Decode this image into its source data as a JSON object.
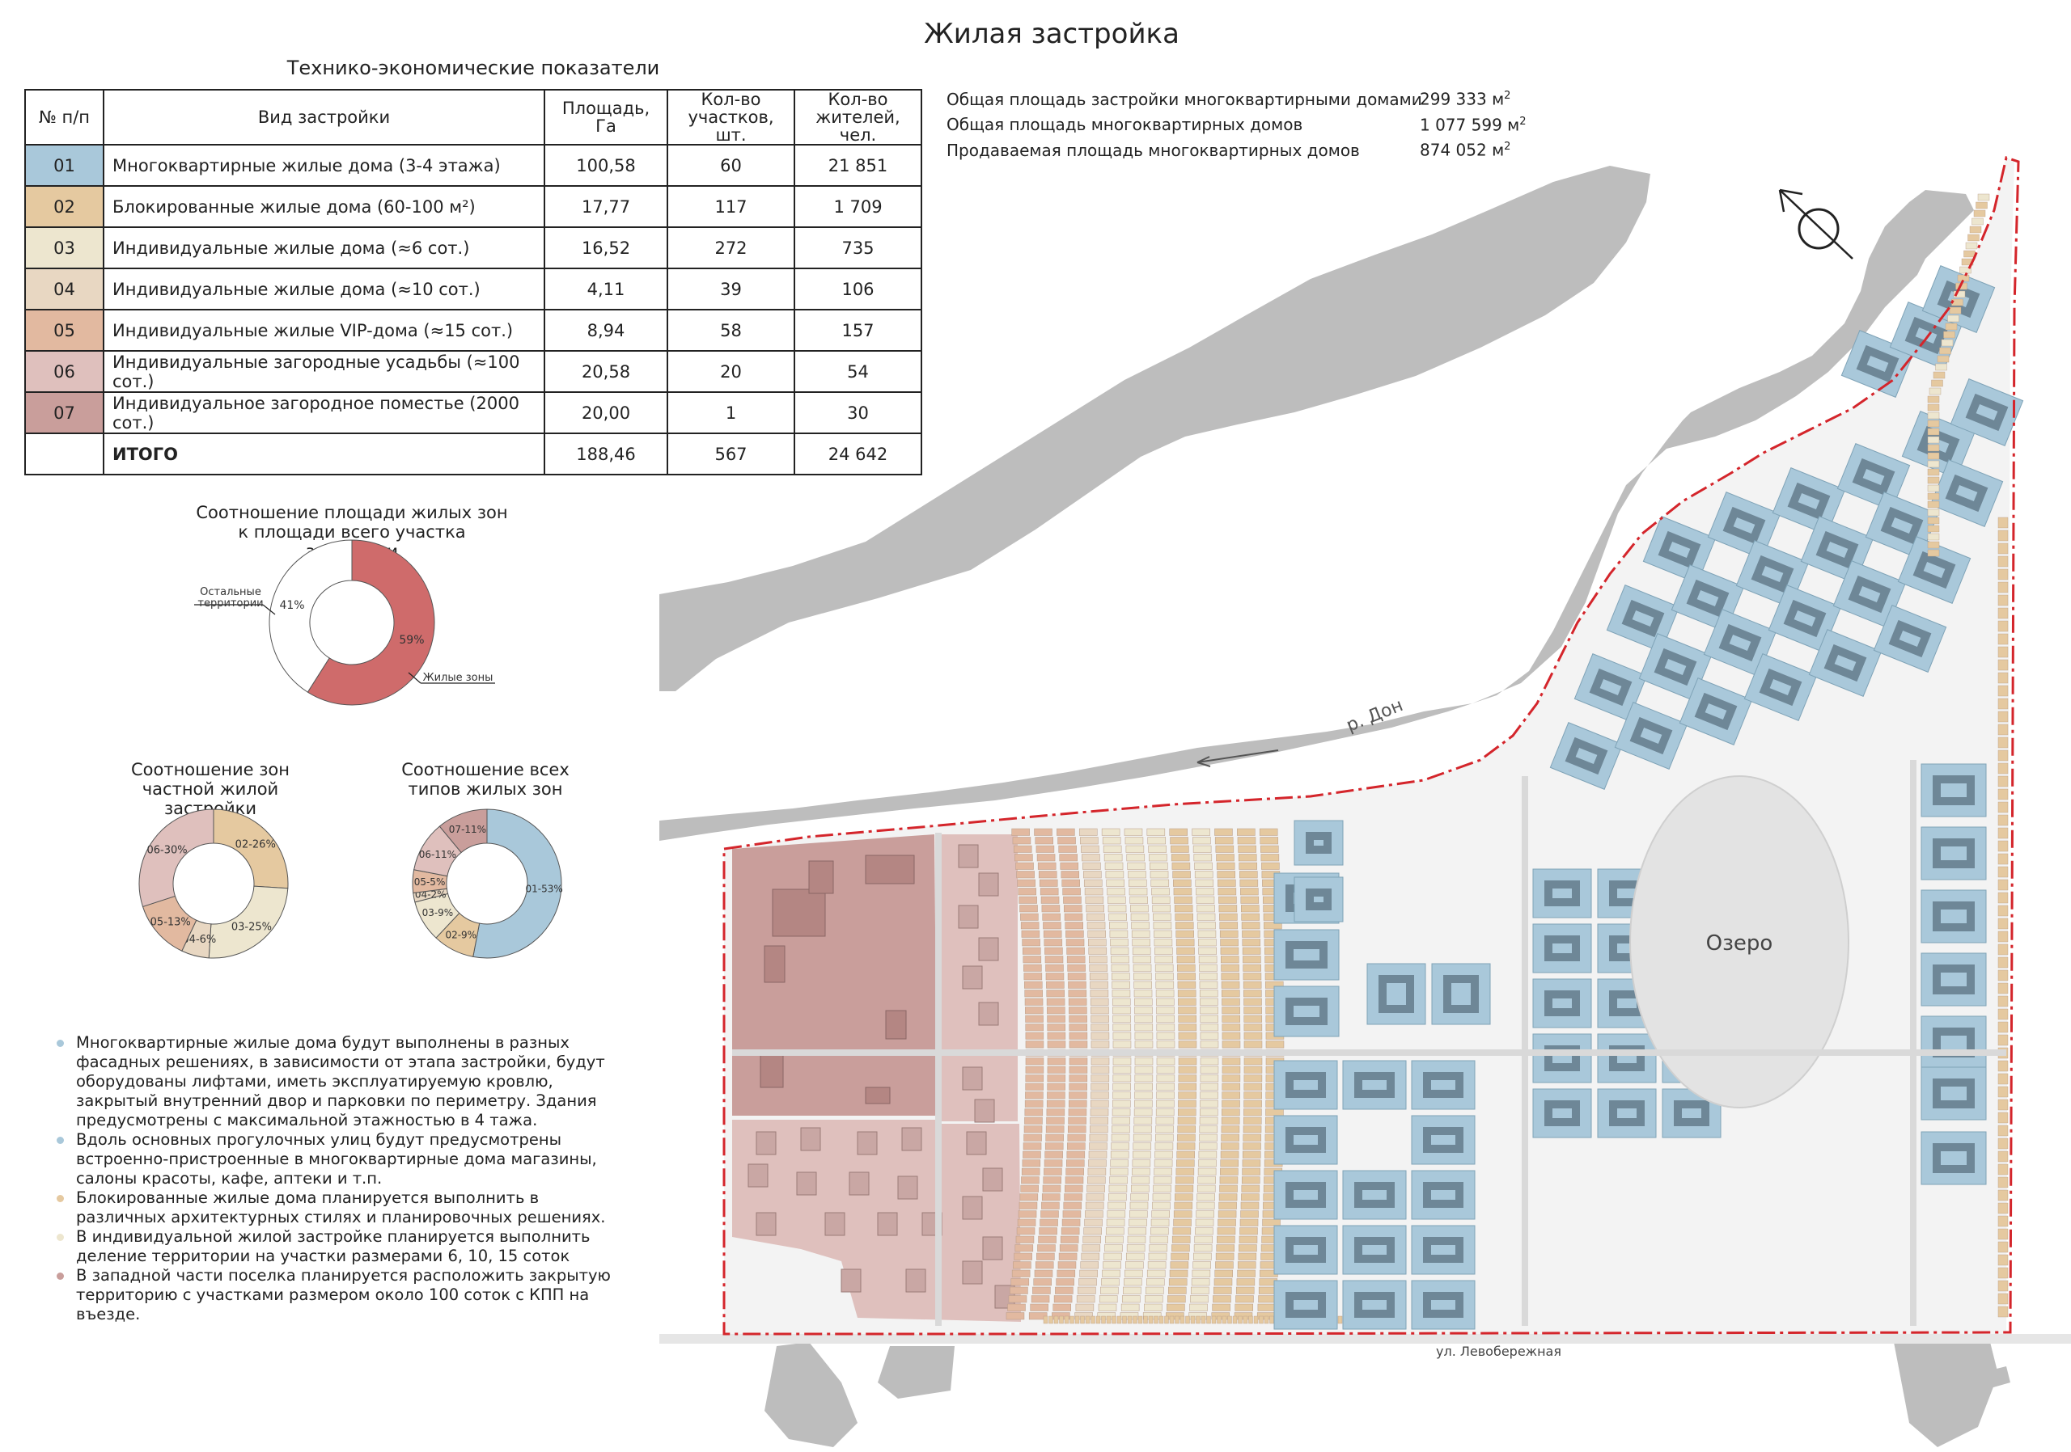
{
  "title": "Жилая застройка",
  "table": {
    "title": "Технико-экономические показатели",
    "headers": [
      "№ п/п",
      "Вид застройки",
      "Площадь, Га",
      "Кол-во участков, шт.",
      "Кол-во жителей, чел."
    ],
    "rows": [
      {
        "num": "01",
        "type": "Многоквартирные жилые дома (3-4 этажа)",
        "area": "100,58",
        "plots": "60",
        "residents": "21 851",
        "color": "#a9c8da"
      },
      {
        "num": "02",
        "type": "Блокированные жилые дома (60-100 м²)",
        "area": "17,77",
        "plots": "117",
        "residents": "1 709",
        "color": "#e5c9a0"
      },
      {
        "num": "03",
        "type": "Индивидуальные жилые дома (≈6 сот.)",
        "area": "16,52",
        "plots": "272",
        "residents": "735",
        "color": "#ede6cf"
      },
      {
        "num": "04",
        "type": "Индивидуальные жилые дома (≈10 сот.)",
        "area": "4,11",
        "plots": "39",
        "residents": "106",
        "color": "#e8d7c2"
      },
      {
        "num": "05",
        "type": "Индивидуальные жилые VIP-дома (≈15 сот.)",
        "area": "8,94",
        "plots": "58",
        "residents": "157",
        "color": "#e2b9a0"
      },
      {
        "num": "06",
        "type": "Индивидуальные загородные усадьбы (≈100 сот.)",
        "area": "20,58",
        "plots": "20",
        "residents": "54",
        "color": "#dfc0bd"
      },
      {
        "num": "07",
        "type": "Индивидуальное загородное поместье (2000 сот.)",
        "area": "20,00",
        "plots": "1",
        "residents": "30",
        "color": "#c99e9b"
      }
    ],
    "total": {
      "label": "ИТОГО",
      "area": "188,46",
      "plots": "567",
      "residents": "24 642"
    }
  },
  "stats": [
    {
      "label": "Общая площадь застройки многоквартирными домами",
      "value": "299 333 м",
      "sup": "2"
    },
    {
      "label": "Общая площадь многоквартирных домов",
      "value": "1 077 599 м",
      "sup": "2"
    },
    {
      "label": "Продаваемая площадь многоквартирных домов",
      "value": "874 052 м",
      "sup": "2"
    }
  ],
  "chart_data": [
    {
      "type": "pie",
      "title": "Соотношение площади жилых зон к площади всего участка застройки",
      "slices": [
        {
          "label": "Жилые зоны",
          "value": 59,
          "text": "59%",
          "color": "#cf6b6b"
        },
        {
          "label": "Остальные территории",
          "value": 41,
          "text": "41%",
          "color": "#ffffff"
        }
      ]
    },
    {
      "type": "pie",
      "title": "Соотношение зон частной жилой застройки",
      "slices": [
        {
          "label": "02-26%",
          "value": 26,
          "color": "#e5c9a0"
        },
        {
          "label": "03-25%",
          "value": 25,
          "color": "#ede6cf"
        },
        {
          "label": "04-6%",
          "value": 6,
          "color": "#e8d7c2"
        },
        {
          "label": "05-13%",
          "value": 13,
          "color": "#e2b9a0"
        },
        {
          "label": "06-30%",
          "value": 30,
          "color": "#dfc0bd"
        }
      ]
    },
    {
      "type": "pie",
      "title": "Соотношение всех типов жилых зон",
      "slices": [
        {
          "label": "01-53%",
          "value": 53,
          "color": "#a9c8da"
        },
        {
          "label": "02-9%",
          "value": 9,
          "color": "#e5c9a0"
        },
        {
          "label": "03-9%",
          "value": 9,
          "color": "#ede6cf"
        },
        {
          "label": "04-2%",
          "value": 2,
          "color": "#e8d7c2"
        },
        {
          "label": "05-5%",
          "value": 5,
          "color": "#e2b9a0"
        },
        {
          "label": "06-11%",
          "value": 11,
          "color": "#dfc0bd"
        },
        {
          "label": "07-11%",
          "value": 11,
          "color": "#c99e9b"
        }
      ]
    }
  ],
  "bullets": [
    {
      "color": "#a9c8da",
      "text": "Многоквартирные жилые дома будут выполнены в разных фасадных решениях, в зависимости от этапа застройки, будут оборудованы лифтами, иметь эксплуатируемую кровлю, закрытый внутренний двор и парковки по периметру. Здания предусмотрены с максимальной этажностью в 4 тажа."
    },
    {
      "color": "#a9c8da",
      "text": "Вдоль основных прогулочных улиц будут предусмотрены встроенно-пристроенные в многоквартирные дома магазины, салоны красоты, кафе, аптеки и т.п."
    },
    {
      "color": "#e5c9a0",
      "text": "Блокированные жилые дома планируется выполнить в различных архитектурных стилях и планировочных решениях."
    },
    {
      "color": "#ede6cf",
      "text": "В индивидуальной жилой застройке планируется выполнить деление территории на участки размерами 6, 10, 15 соток"
    },
    {
      "color": "#c99e9b",
      "text": "В западной части поселка планируется расположить закрытую территорию с участками размером около 100 соток с КПП на въезде."
    }
  ],
  "map": {
    "river_label": "р. Дон",
    "lake_label": "Озеро",
    "street_label": "ул. Левобережная",
    "colors": {
      "water": "#bdbdbd",
      "boundary": "#d4252b",
      "road": "#dcdcdc"
    }
  }
}
